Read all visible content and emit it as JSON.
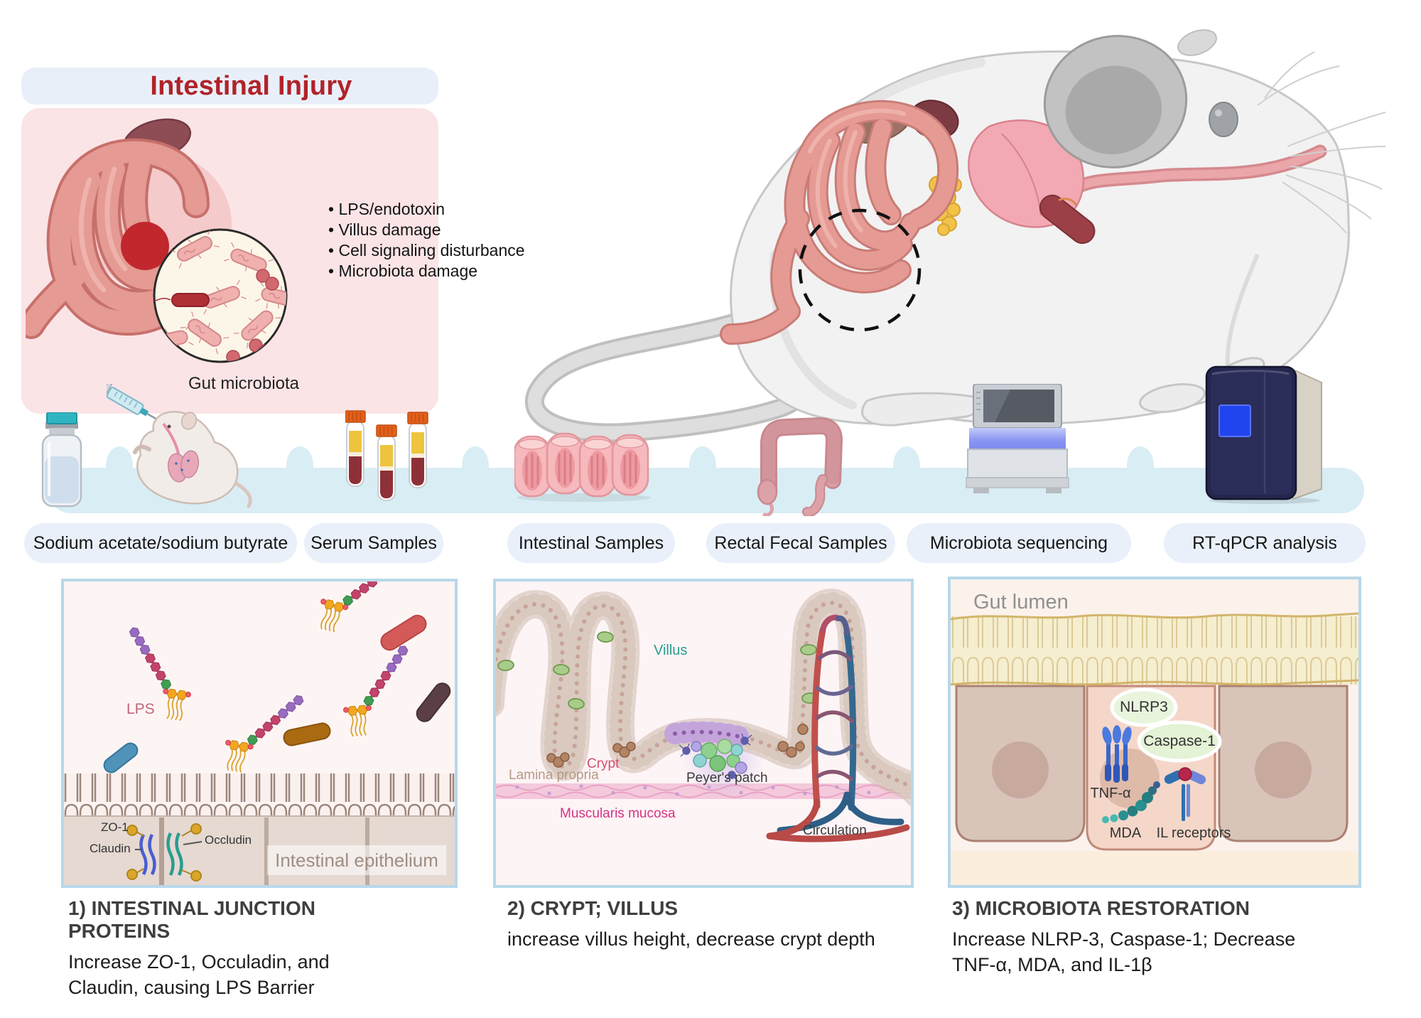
{
  "title": {
    "label": "Intestinal Injury"
  },
  "injury_box": {
    "bullets": [
      "LPS/endotoxin",
      "Villus damage",
      "Cell signaling disturbance",
      "Microbiota damage"
    ],
    "microbiota_caption": "Gut microbiota"
  },
  "workflow": {
    "steps": [
      {
        "label": "Sodium acetate/sodium butyrate",
        "icon": "vial-icon"
      },
      {
        "label": "Serum Samples",
        "icon": "blood-tubes-icon"
      },
      {
        "label": "Intestinal Samples",
        "icon": "intestine-tissue-icon"
      },
      {
        "label": "Rectal Fecal Samples",
        "icon": "colon-icon"
      },
      {
        "label": "Microbiota sequencing",
        "icon": "sequencer-machine-icon"
      },
      {
        "label": "RT-qPCR analysis",
        "icon": "qpcr-machine-icon"
      }
    ]
  },
  "panels": [
    {
      "heading": "1) INTESTINAL JUNCTION PROTEINS",
      "description": "Increase ZO-1, Occuladin, and Claudin, causing LPS Barrier",
      "labels": {
        "lps": "LPS",
        "zo1": "ZO-1",
        "claudin": "Claudin",
        "occludin": "Occludin",
        "epithelium": "Intestinal epithelium"
      }
    },
    {
      "heading": "2) CRYPT; VILLUS",
      "description": "increase villus height, decrease crypt depth",
      "labels": {
        "villus": "Villus",
        "crypt": "Crypt",
        "lamina_propria": "Lamina propria",
        "muscularis_mucosa": "Muscularis mucosa",
        "peyers_patch": "Peyer's patch",
        "circulation": "Circulation"
      }
    },
    {
      "heading": "3) MICROBIOTA RESTORATION",
      "description": "Increase NLRP-3, Caspase-1; Decrease TNF-α, MDA, and IL-1β",
      "labels": {
        "gut_lumen": "Gut lumen",
        "nlrp3": "NLRP3",
        "caspase1": "Caspase-1",
        "tnf": "TNF-α",
        "mda": "MDA",
        "il_receptors": "IL receptors"
      }
    }
  ],
  "colors": {
    "title_text": "#b02329",
    "title_bg": "#e9eff9",
    "injury_bg": "#fbe4e6",
    "band": "#d9edf4",
    "pill_bg": "#e9f0fa",
    "panel_border": "#b7d8ea",
    "accent_red": "#c1272d"
  }
}
